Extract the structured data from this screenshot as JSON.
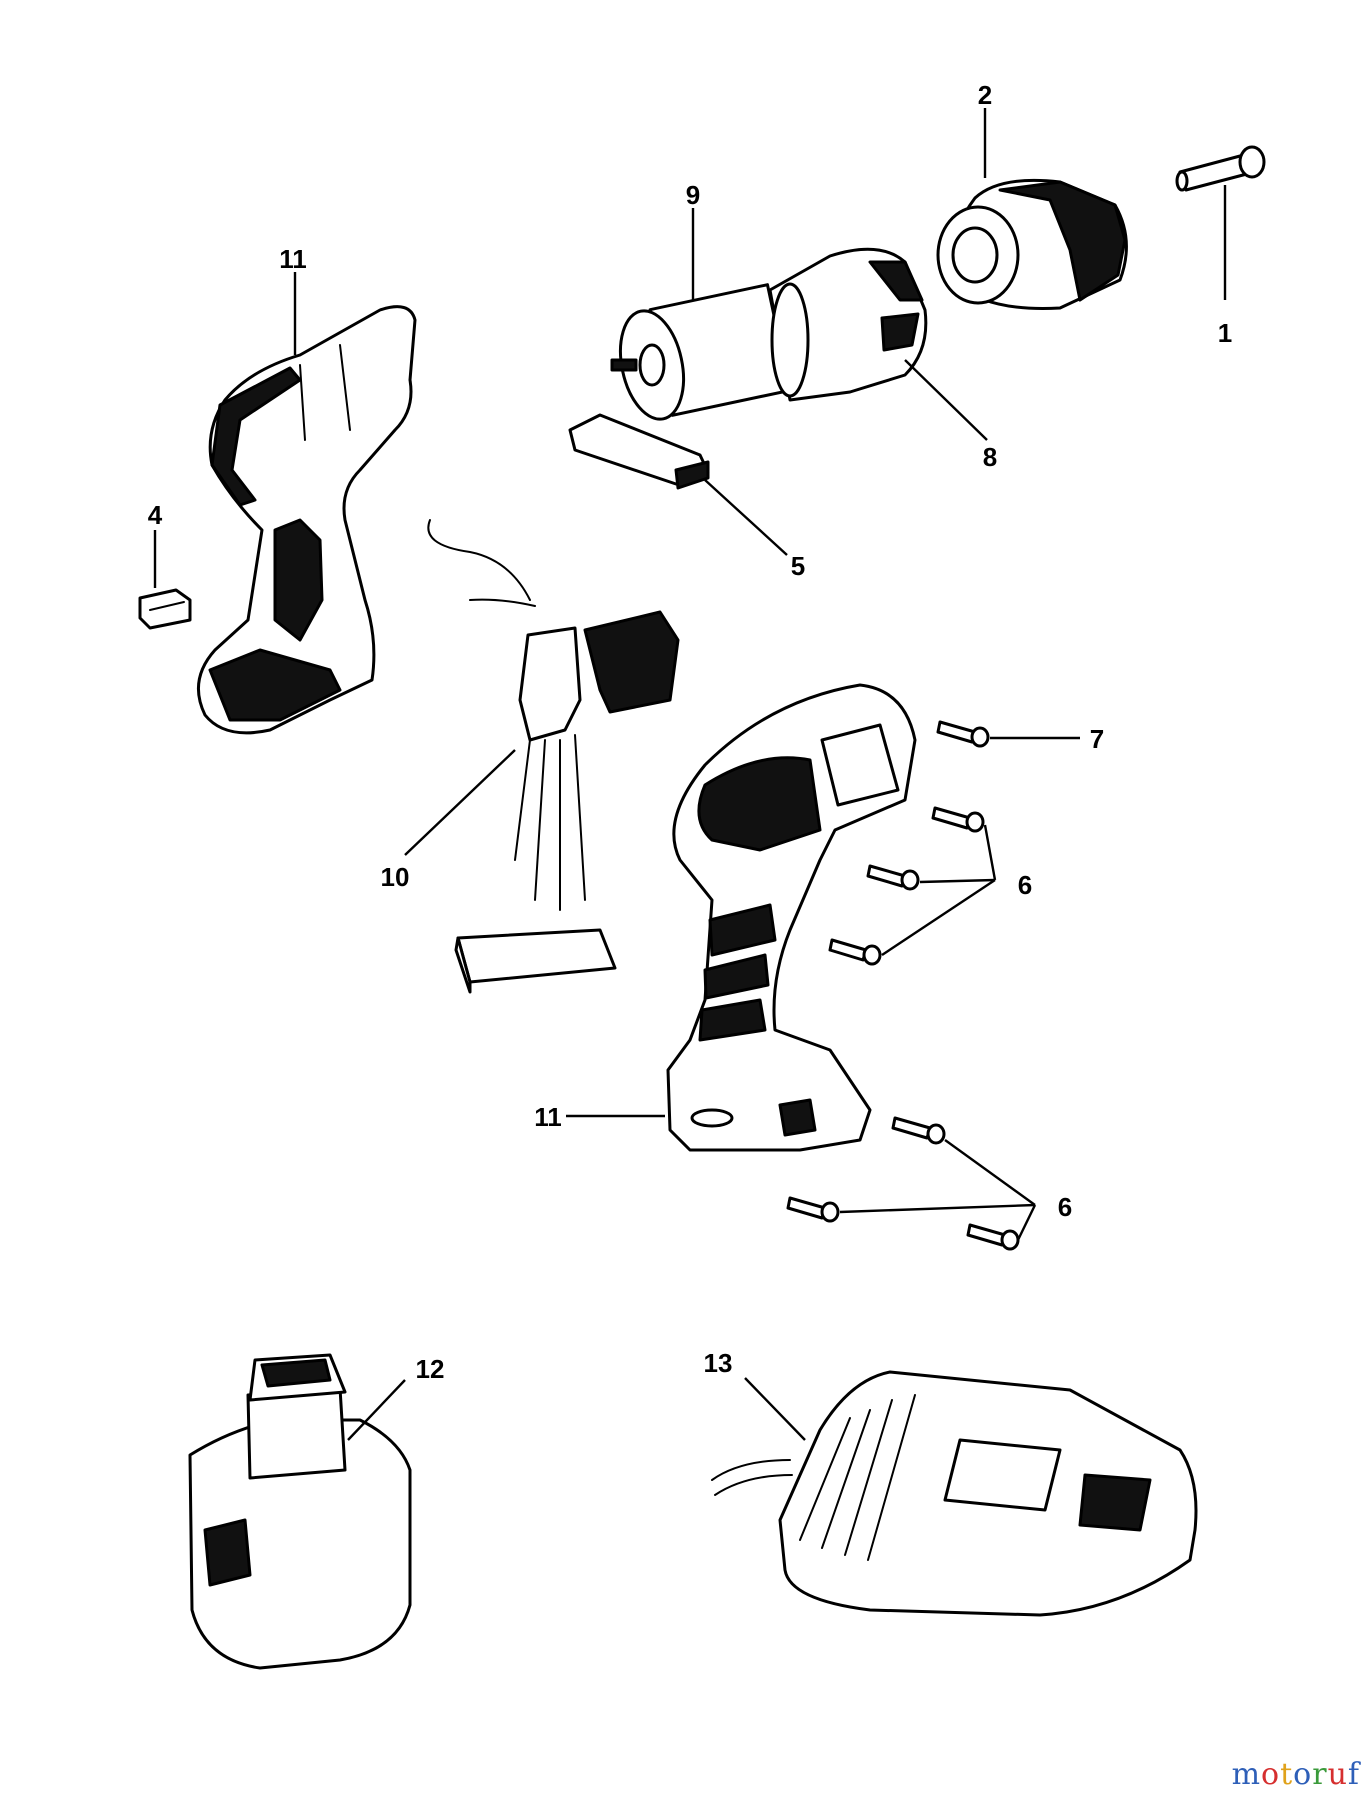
{
  "diagram": {
    "callouts": {
      "p1": "1",
      "p2": "2",
      "p4": "4",
      "p5": "5",
      "p6a": "6",
      "p6b": "6",
      "p7": "7",
      "p8": "8",
      "p9": "9",
      "p10": "10",
      "p11a": "11",
      "p11b": "11",
      "p12": "12",
      "p13": "13"
    }
  },
  "watermark": {
    "text": "motoruf",
    "colors": [
      "#2e5fb8",
      "#d62f2f",
      "#e0a21b",
      "#2e5fb8",
      "#3a9a3a",
      "#d62f2f",
      "#2e5fb8"
    ]
  }
}
